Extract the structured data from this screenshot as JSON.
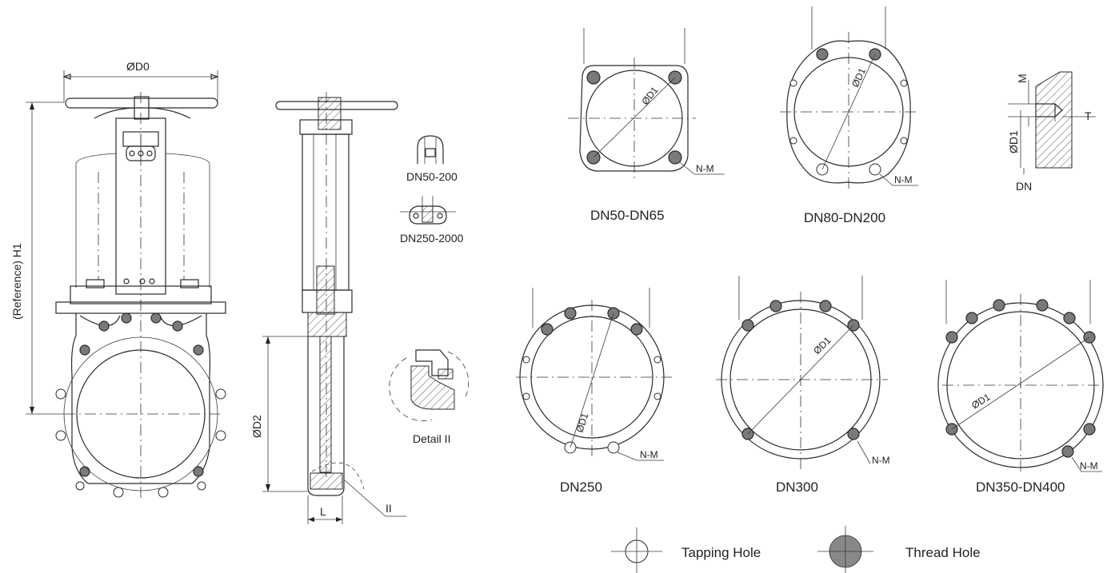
{
  "labels": {
    "od0": "ØD0",
    "h1": "(Reference) H1",
    "od2": "ØD2",
    "l": "L",
    "ii": "II",
    "od1": "ØD1",
    "m": "M",
    "t": "T",
    "dn": "DN",
    "nm": "N-M"
  },
  "details": {
    "top": "DN50-200",
    "mid": "DN250-2000",
    "detail": "Detail II"
  },
  "flanges": [
    {
      "caption": "DN50-DN65"
    },
    {
      "caption": "DN80-DN200"
    },
    {
      "caption": "DN250"
    },
    {
      "caption": "DN300"
    },
    {
      "caption": "DN350-DN400"
    }
  ],
  "legend": {
    "tapping": "Tapping Hole",
    "thread": "Thread Hole"
  },
  "colors": {
    "line": "#2a2a2a",
    "thread_fill": "#7a7a7a"
  }
}
